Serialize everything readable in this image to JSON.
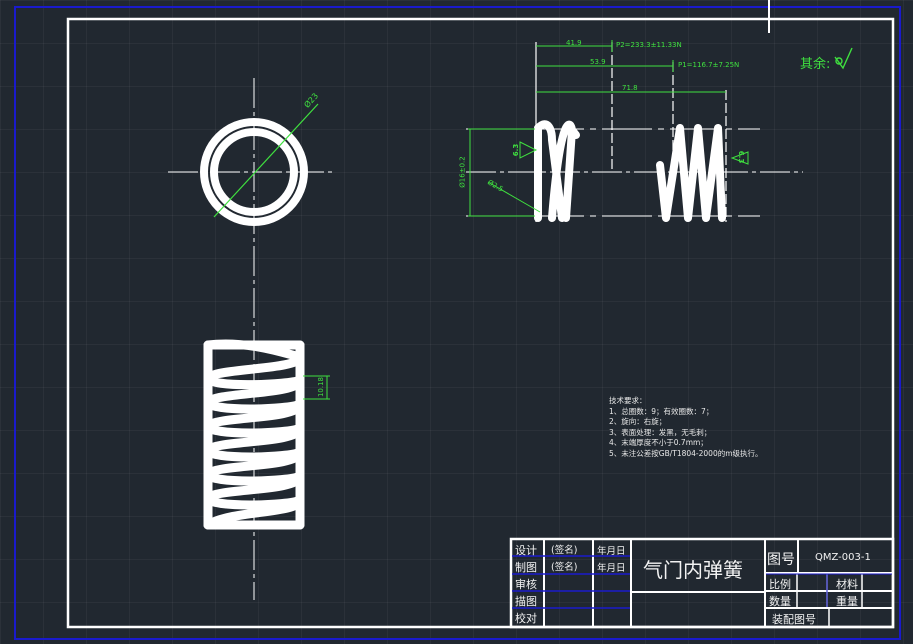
{
  "drawing": {
    "title": "气门内弹簧",
    "drawing_number": "QMZ-003-1",
    "colors": {
      "background": "#212830",
      "frame_outer": "#1a1acc",
      "frame_inner": "#ffffff",
      "dimension": "#3fe03f",
      "geometry": "#ffffff"
    }
  },
  "surface_finish": {
    "label": "其余:",
    "symbol": "surface-roughness-check-icon"
  },
  "dimensions": {
    "top_view_diameter": "Ø23",
    "length_p2": "41.9",
    "force_p2": "P2=233.3±11.33N",
    "length_p1": "53.9",
    "force_p1": "P1=116.7±7.25N",
    "free_length": "71.8",
    "inner_diameter": "Ø16±0.2",
    "wire_diameter": "Ø2.5",
    "pitch": "10.18",
    "roughness_left": "6.3",
    "roughness_right": "6.3"
  },
  "technical_requirements": {
    "heading": "技术要求：",
    "items": [
      "1、总圈数：9；有效圈数：7；",
      "2、旋向：右旋；",
      "3、表面处理：发黑，无毛刺；",
      "4、末端厚度不小于0.7mm；",
      "5、未注公差按GB/T1804-2000的m级执行。"
    ]
  },
  "title_block": {
    "rows": [
      {
        "role": "设计",
        "signature": "(签名)",
        "date": "年月日"
      },
      {
        "role": "制图",
        "signature": "(签名)",
        "date": "年月日"
      },
      {
        "role": "审核",
        "signature": "",
        "date": ""
      },
      {
        "role": "描图",
        "signature": "",
        "date": ""
      },
      {
        "role": "校对",
        "signature": "",
        "date": ""
      }
    ],
    "drawing_number_label": "图号",
    "scale_label": "比例",
    "material_label": "材料",
    "quantity_label": "数量",
    "weight_label": "重量",
    "assembly_number_label": "装配图号"
  }
}
